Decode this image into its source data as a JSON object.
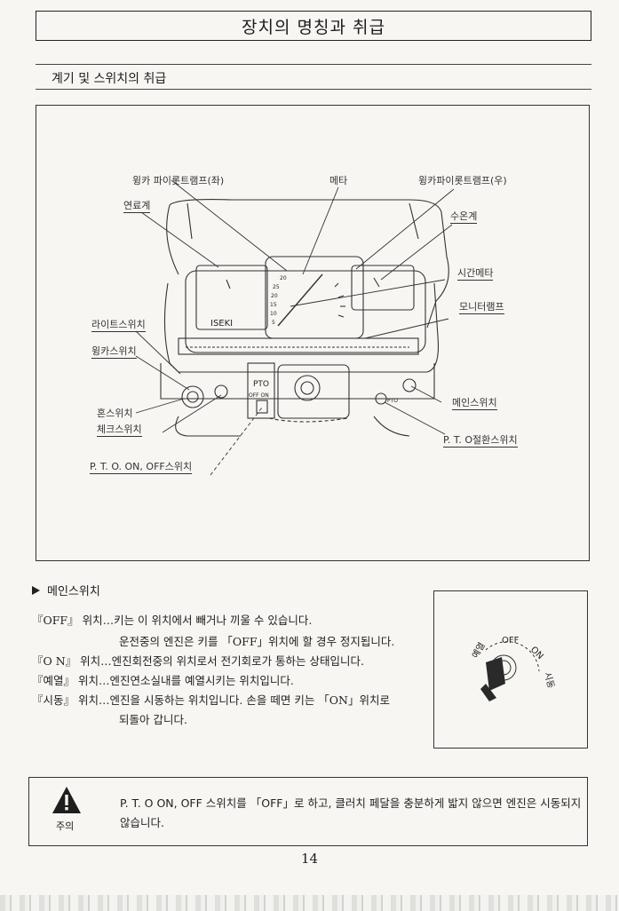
{
  "header": {
    "title": "장치의 명칭과 취급"
  },
  "section": {
    "title": "계기 및 스위치의 취급"
  },
  "figure": {
    "callouts": {
      "turn_pilot_left": "윙카 파이롯트램프(좌)",
      "fuel_gauge": "연료계",
      "meter": "메타",
      "turn_pilot_right": "윙카파이롯트램프(우)",
      "water_temp": "수온계",
      "hour_meter": "시간메타",
      "monitor_lamp": "모니터램프",
      "light_switch": "라이트스위치",
      "turn_switch": "윙카스위치",
      "horn_switch": "혼스위치",
      "check_switch": "체크스위치",
      "pto_onoff_switch": "P. T. O.  ON,  OFF스위치",
      "main_switch": "메인스위치",
      "pto_change_switch": "P. T. O절환스위치"
    },
    "panel_text": {
      "brand": "ISEKI",
      "pto": "PTO",
      "pto_sub": "OFF ON",
      "pto_small": "PTO"
    },
    "gauge_ticks": [
      "20",
      "25",
      "20",
      "15",
      "10",
      "5"
    ]
  },
  "main_switch": {
    "heading": "메인스위치",
    "lines": [
      "『OFF』 위치…키는 이 위치에서 빼거나 끼울 수 있습니다.",
      "운전중의 엔진은 키를 「OFF」위치에 할 경우 정지됩니다.",
      "『O N』 위치…엔진회전중의 위치로서 전기회로가 통하는 상태입니다.",
      "『예열』 위치…엔진연소실내를 예열시키는 위치입니다.",
      "『시동』 위치…엔진을 시동하는 위치입니다.  손을 떼면 키는 「ON」위치로",
      "되돌아 갑니다."
    ],
    "key_labels": {
      "preheat": "예열",
      "off": "OFF",
      "on": "ON",
      "start": "시동"
    }
  },
  "caution": {
    "label": "주의",
    "text": "P. T. O ON, OFF 스위치를 「OFF」로 하고,  클러치 페달을 충분하게 밟지 않으면  엔진은 시동되지 않습니다."
  },
  "page": {
    "number": "14"
  }
}
